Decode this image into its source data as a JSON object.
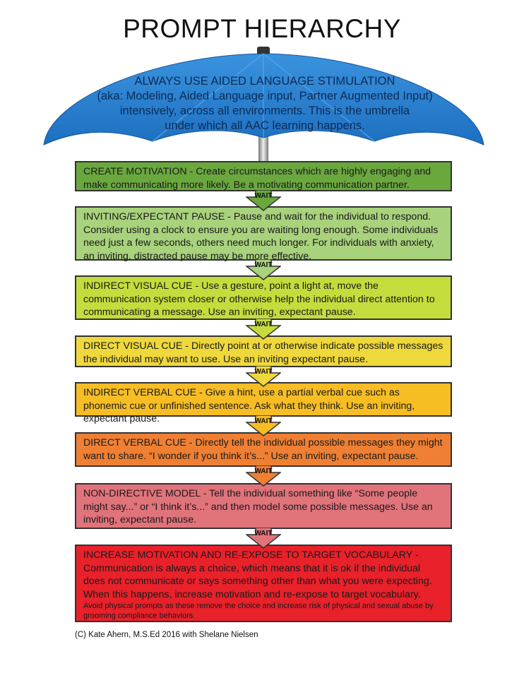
{
  "title": "PROMPT HIERARCHY",
  "umbrella": {
    "lines": [
      "ALWAYS USE AIDED LANGUAGE STIMULATION",
      "(aka: Modeling, Aided Language input, Partner Augmented Input)",
      "intensively, across all environments. This is the umbrella",
      "under which all AAC learning happens."
    ],
    "color": "#2a7fd0"
  },
  "wait_label": "WAIT",
  "steps": [
    {
      "text": "CREATE MOTIVATION - Create circumstances which are highly engaging and make communicating more likely. Be a motivating communication partner.",
      "color": "#6aa83e"
    },
    {
      "text": "INVITING/EXPECTANT PAUSE - Pause and wait for the individual to respond. Consider using a clock to ensure you are waiting long enough. Some individuals need just a few seconds, others need much longer. For individuals with anxiety, an inviting, distracted pause may be more effective.",
      "color": "#a8d27c"
    },
    {
      "text": "INDIRECT VISUAL CUE - Use a gesture, point a light at, move the communication system closer or otherwise help the individual direct attention to communicating a message. Use an inviting, expectant pause.",
      "color": "#c6dc3c"
    },
    {
      "text": "DIRECT VISUAL CUE - Directly point at or otherwise indicate possible messages the individual may want to use. Use an inviting expectant pause.",
      "color": "#efd83c"
    },
    {
      "text": "INDIRECT VERBAL CUE - Give a hint, use a partial verbal cue such as phonemic cue or unfinished sentence. Ask what they think. Use an inviting, expectant pause.",
      "color": "#f7bd24"
    },
    {
      "text": "DIRECT VERBAL CUE - Directly tell the individual possible messages they might want to share. “I wonder if you think it’s...” Use an inviting, expectant pause.",
      "color": "#ef8033"
    },
    {
      "text": "NON-DIRECTIVE MODEL - Tell the individual something like “Some people might say...” or “I think it’s...” and then model some possible messages. Use an inviting, expectant pause.",
      "color": "#e1737b"
    },
    {
      "text": "INCREASE MOTIVATION AND RE-EXPOSE TO TARGET VOCABULARY - Communication is always a choice, which means that it is ok if the individual does not communicate or says something other than what you were expecting. When this happens, increase motivation and re-expose to target vocabulary.",
      "small": "Avoid physical prompts as these remove the choice and increase risk of physical and sexual abuse by grooming compliance behaviors.",
      "color": "#e8212a"
    }
  ],
  "footer": "(C) Kate Ahern, M.S.Ed 2016 with Shelane Nielsen"
}
